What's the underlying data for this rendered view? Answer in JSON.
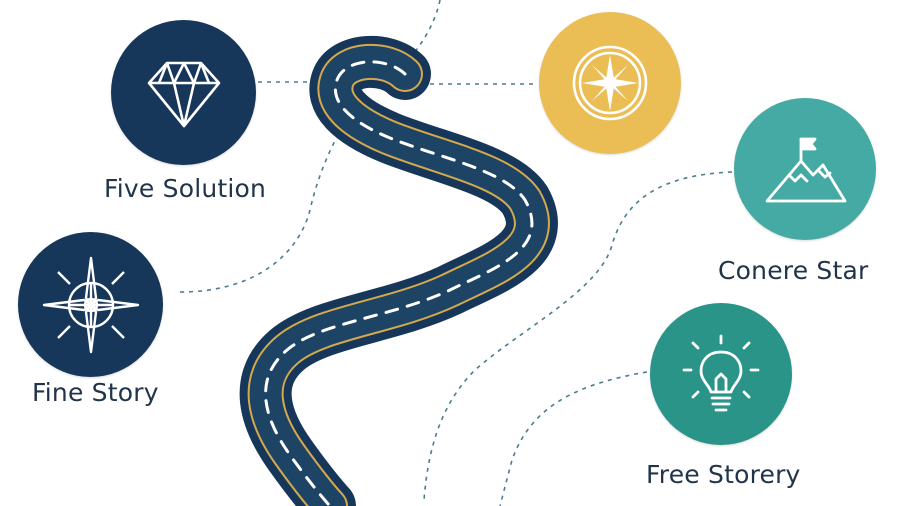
{
  "colors": {
    "navy": "#17375a",
    "gold": "#ebbd55",
    "teal_light": "#45aaa4",
    "teal_dark": "#2a9488",
    "road_edge": "#d4a94c",
    "connector": "#4a7d8b",
    "text": "#21344a"
  },
  "nodes": [
    {
      "id": "diamond",
      "icon": "diamond-icon",
      "color": "navy",
      "label": "Five Solution"
    },
    {
      "id": "compass-left",
      "icon": "compass-icon",
      "color": "navy",
      "label": "Fine Story"
    },
    {
      "id": "compass-top",
      "icon": "compass-rose-icon",
      "color": "gold",
      "label": ""
    },
    {
      "id": "mountain",
      "icon": "mountain-flag-icon",
      "color": "teal_light",
      "label": "Conere Star"
    },
    {
      "id": "bulb",
      "icon": "lightbulb-icon",
      "color": "teal_dark",
      "label": "Free Storery"
    }
  ],
  "labels": {
    "five_solution": "Five Solution",
    "fine_story": "Fine Story",
    "conere_star": "Conere Star",
    "free_storery": "Free Storery"
  }
}
